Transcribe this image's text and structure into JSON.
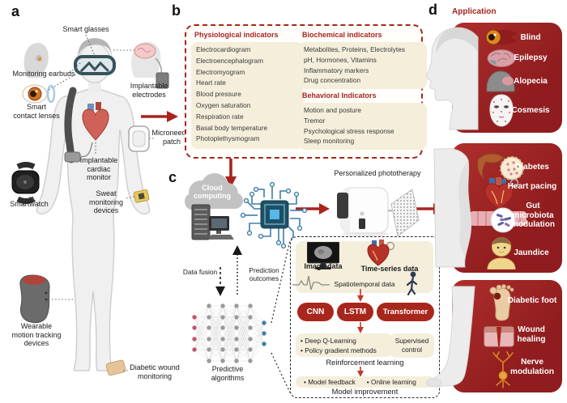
{
  "figure": {
    "panel_labels": {
      "a": "a",
      "b": "b",
      "c": "c",
      "d": "d"
    }
  },
  "panel_a": {
    "labels": {
      "smart_glasses": "Smart glasses",
      "monitoring_earbuds": "Monitoring earbuds",
      "smart_contact_lenses": "Smart\ncontact lenses",
      "implantable_electrodes": "Implantable\nelectrodes",
      "microneedle_patch": "Microneedle\npatch",
      "implantable_cardiac_monitor": "Implantable\ncardiac\nmonitor",
      "smartwatch": "Smartwatch",
      "sweat_monitoring": "Sweat\nmonitoring\ndevices",
      "wearable_motion": "Wearable\nmotion tracking\ndevices",
      "diabetic_wound": "Diabetic wound\nmonitoring"
    }
  },
  "panel_b": {
    "physiological": {
      "title": "Physiological indicators",
      "items": [
        "Electrocardiogram",
        "Electroencephalogram",
        "Electromyogram",
        "Heart rate",
        "Blood pressure",
        "Oxygen saturation",
        "Respiration rate",
        "Basal body temperature",
        "Photoplethysmogram"
      ]
    },
    "biochemical": {
      "title": "Biochemical indicators",
      "items": [
        "Metabolites, Proteins, Electrolytes",
        "pH, Hormones, Vitamins",
        "Inflammatory markers",
        "Drug concentration"
      ]
    },
    "behavioral": {
      "title": "Behavioral Indicators",
      "items": [
        "Motion and posture",
        "Tremor",
        "Psychological stress response",
        "Sleep monitoring"
      ]
    }
  },
  "panel_c": {
    "cloud_label": "Cloud\ncomputing",
    "phototherapy_label": "Personalized phototherapy",
    "data_fusion": "Data fusion",
    "prediction_outcomes": "Prediction\noutcomes",
    "predictive_algorithms": "Predictive\nalgorithms",
    "ml_box": {
      "image_data": "Image data",
      "time_series": "Time-series data",
      "spatiotemporal": "Spatiotemporal data",
      "models": [
        "CNN",
        "LSTM",
        "Transformer"
      ],
      "rl_bullets": [
        "Deep Q-Learning",
        "Policy gradient methods"
      ],
      "supervised": "Supervised\ncontrol",
      "rl_label": "Reinforcement learning",
      "mi_bullets": [
        "Model feedback",
        "Online learning"
      ],
      "mi_label": "Model improvement"
    }
  },
  "panel_d": {
    "title": "Application",
    "head_card": {
      "labels": [
        "Blind",
        "Epilepsy",
        "Alopecia",
        "Cosmesis"
      ]
    },
    "torso_card": {
      "labels": [
        "Diabetes",
        "Heart pacing",
        "Gut\nmicrobiota\nmodulation",
        "Jaundice"
      ]
    },
    "leg_card": {
      "labels": [
        "Diabetic foot",
        "Wound\nhealing",
        "Nerve\nmodulation"
      ]
    }
  },
  "colors": {
    "accent_red": "#a8241d",
    "card_red_dark": "#8f1c1e",
    "card_red_light": "#ae2f2d",
    "model_button_red": "#a8271c",
    "beige": "#f4eedb",
    "chip_blue": "#3d7ea6",
    "node_pink": "#c2566e",
    "node_blue": "#3f7fa6",
    "node_gray": "#9a9a9a"
  }
}
